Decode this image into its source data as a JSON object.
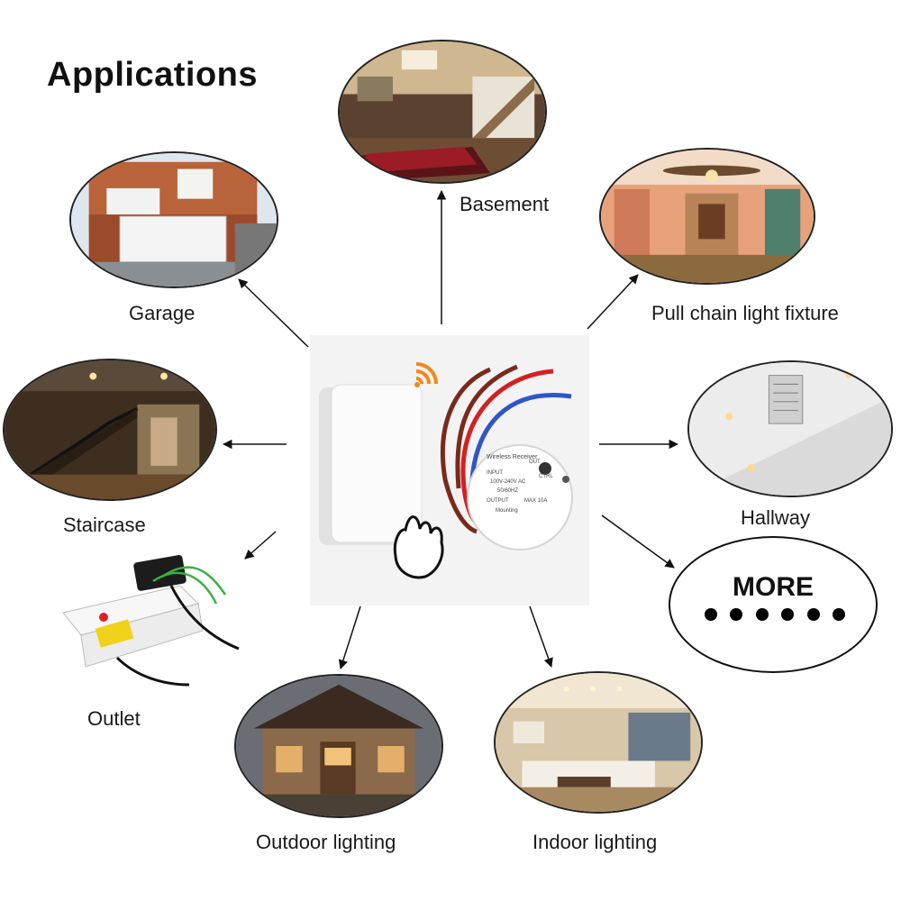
{
  "title": "Applications",
  "labels": {
    "basement": "Basement",
    "garage": "Garage",
    "pull_chain": "Pull chain light fixture",
    "staircase": "Staircase",
    "hallway": "Hallway",
    "outlet": "Outlet",
    "outdoor": "Outdoor lighting",
    "indoor": "Indoor lighting"
  },
  "more": {
    "text": "MORE",
    "dot_count": 6
  },
  "receiver": {
    "name": "Wireless Receiver",
    "input": "INPUT",
    "voltage": "100V-240V AC",
    "freq": "50/60HZ",
    "output": "OUTPUT",
    "max": "MAX 10A",
    "out": "OUT",
    "ctrl": "CTRL",
    "mounting": "Mounting"
  },
  "colors": {
    "wire_red": "#d42020",
    "wire_brown": "#7a2a1a",
    "wire_blue": "#2f55c8",
    "signal": "#f08a1c"
  }
}
